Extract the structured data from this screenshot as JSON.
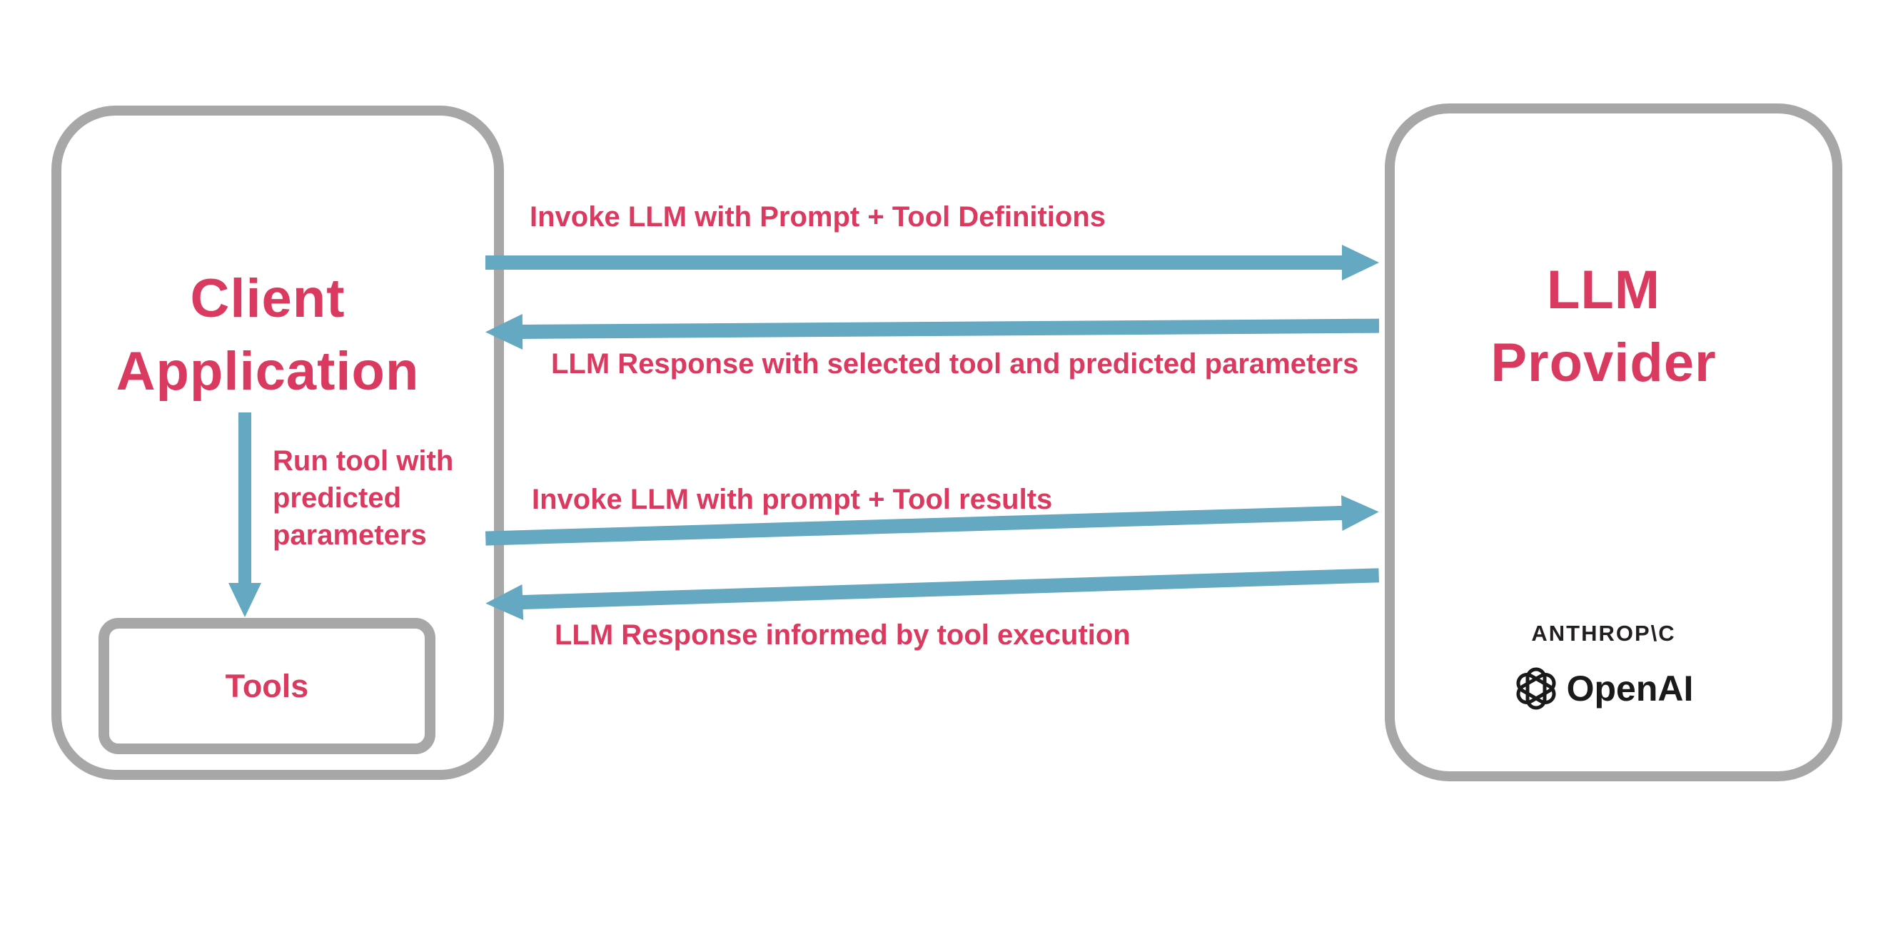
{
  "colors": {
    "pink": "#DB3A60",
    "blue": "#64A8C1",
    "border_gray": "#A7A7A7",
    "logo_black": "#1A1A1A",
    "background": "#FFFFFF"
  },
  "client_box": {
    "title_line1": "Client",
    "title_line2": "Application",
    "internal_arrow_label": "Run tool with\npredicted\nparameters",
    "tools_label": "Tools"
  },
  "llm_box": {
    "title_line1": "LLM",
    "title_line2": "Provider",
    "providers": [
      {
        "name": "ANTHROP\\C"
      },
      {
        "name": "OpenAI"
      }
    ]
  },
  "arrows": [
    {
      "direction": "right",
      "label": "Invoke LLM with Prompt + Tool Definitions"
    },
    {
      "direction": "left",
      "label": "LLM Response with selected tool and predicted parameters"
    },
    {
      "direction": "right",
      "label": "Invoke LLM with prompt + Tool results"
    },
    {
      "direction": "left",
      "label": "LLM Response informed by tool execution"
    }
  ]
}
